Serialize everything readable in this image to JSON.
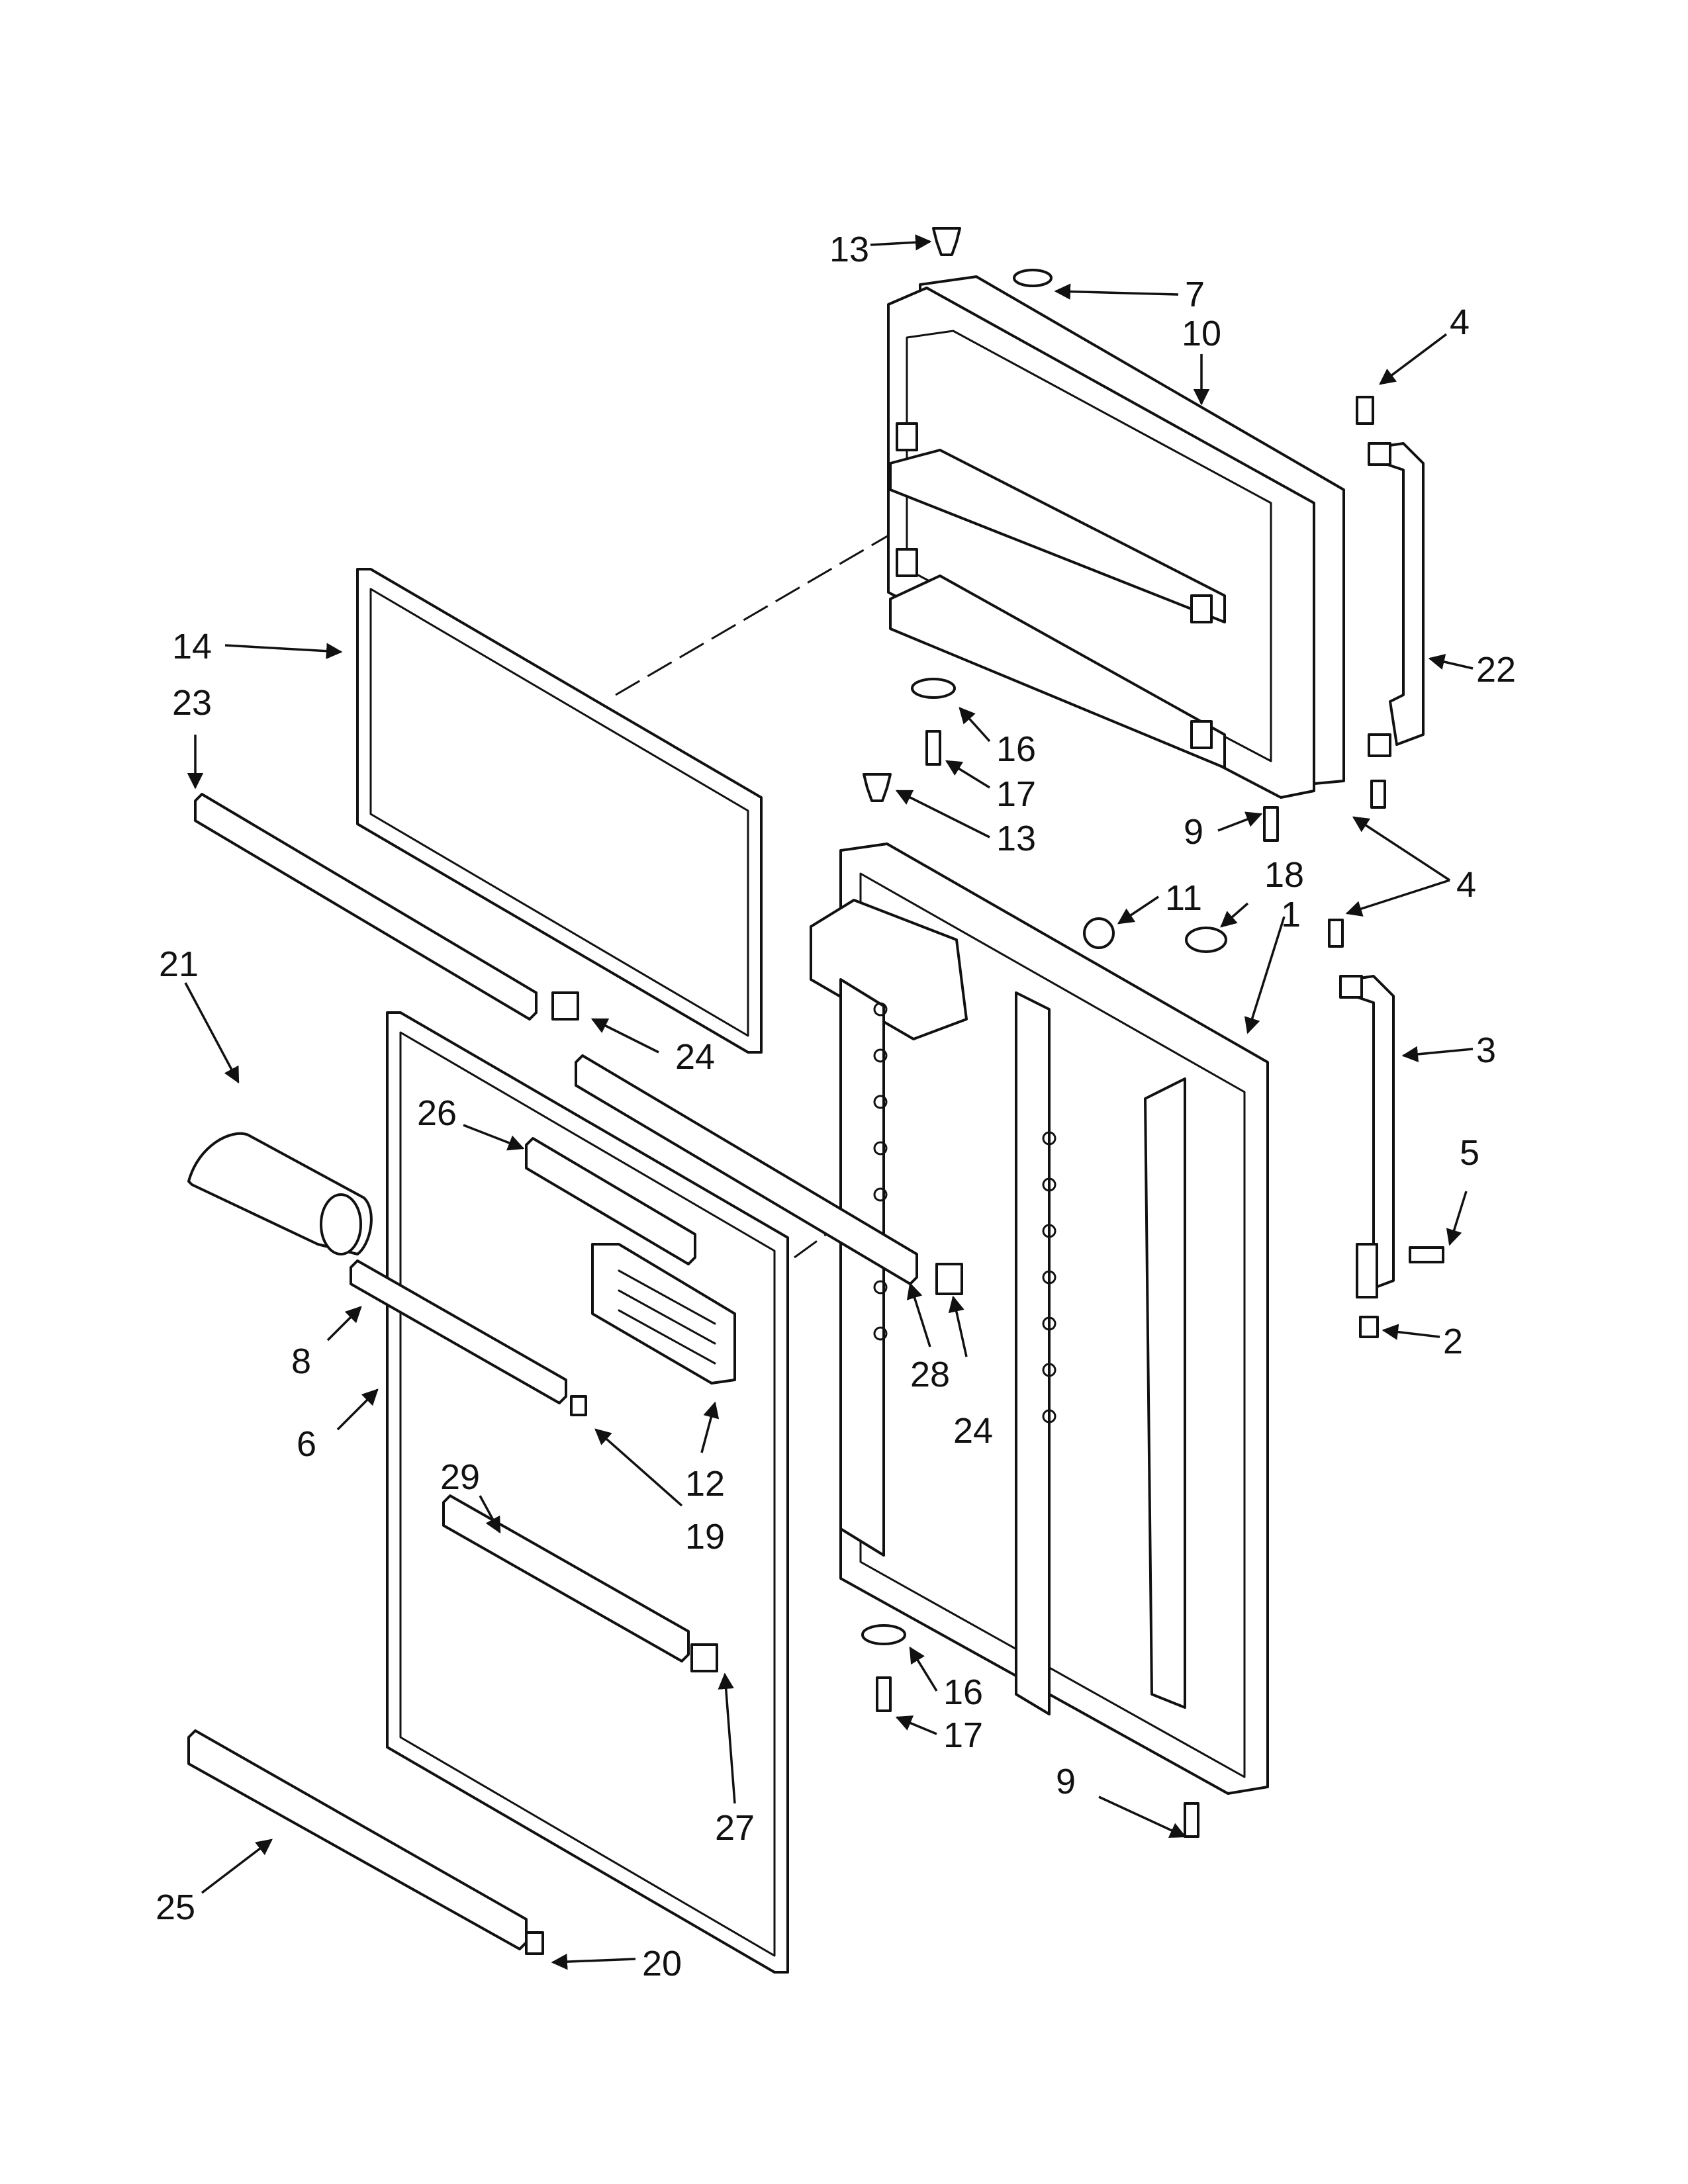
{
  "diagram": {
    "callouts": [
      "13",
      "7",
      "10",
      "4",
      "22",
      "16",
      "17",
      "13",
      "9",
      "11",
      "18",
      "1",
      "4",
      "3",
      "5",
      "2",
      "14",
      "23",
      "24",
      "21",
      "26",
      "28",
      "24",
      "8",
      "6",
      "12",
      "19",
      "29",
      "16",
      "17",
      "9",
      "27",
      "25",
      "20"
    ]
  },
  "colors": {
    "ink": "#111111",
    "paper": "#ffffff"
  }
}
